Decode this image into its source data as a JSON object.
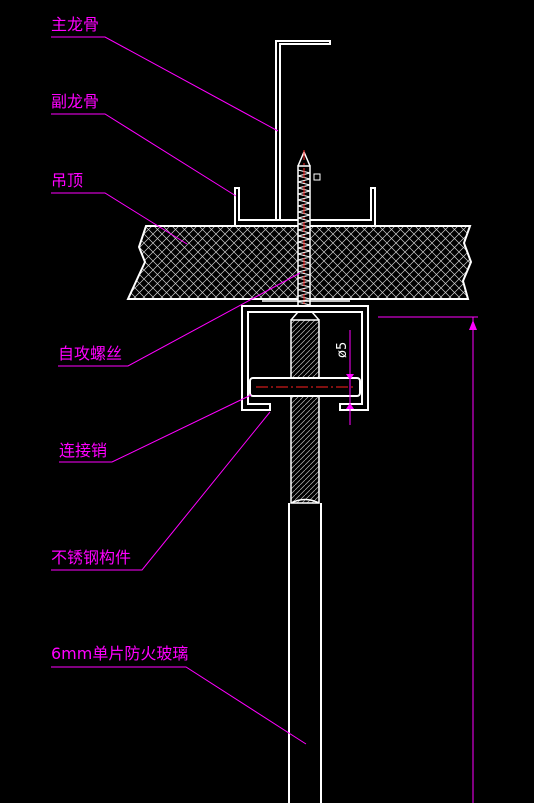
{
  "colors": {
    "background": "#000000",
    "outline": "#ffffff",
    "leader": "#ff00ff",
    "label": "#ff00ff",
    "hatch": "#d0d0d0",
    "center_line": "#ff2020"
  },
  "labels": {
    "main_keel": "主龙骨",
    "secondary_keel": "副龙骨",
    "ceiling": "吊顶",
    "self_tapping_screw": "自攻螺丝",
    "connecting_pin": "连接销",
    "stainless_steel_part": "不锈钢构件",
    "fire_glass": "6mm单片防火玻璃"
  },
  "dimensions": {
    "diameter": "ø5"
  }
}
